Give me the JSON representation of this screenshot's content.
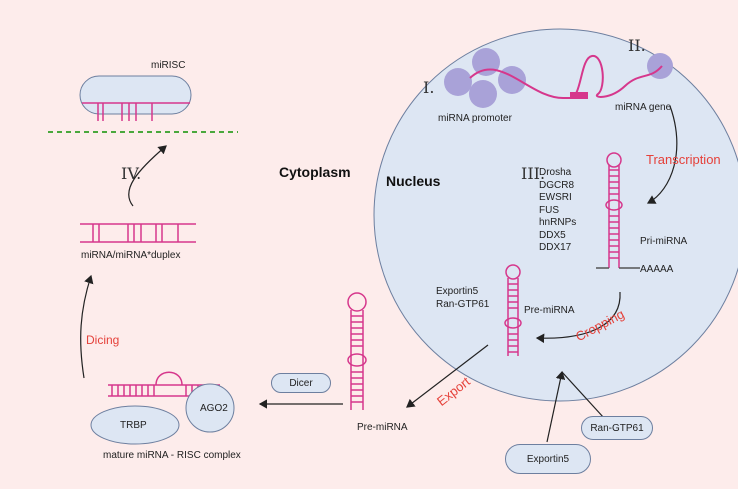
{
  "labels": {
    "cytoplasm": "Cytoplasm",
    "nucleus": "Nucleus",
    "step1": "I.",
    "step2": "II.",
    "step3": "III.",
    "step4": "IV.",
    "mirna_promoter": "miRNA promoter",
    "mirna_gene": "miRNA gene",
    "transcription": "Transcription",
    "pri_mirna": "Pri-miRNA",
    "aaaaa": "AAAAA",
    "pre_mirna_nucleus": "Pre-miRNA",
    "cropping": "Cropping",
    "exportin5_nucleus": "Exportin5",
    "ran_gtp61_nucleus": "Ran-GTP61",
    "export": "Export",
    "pre_mirna_cytoplasm": "Pre-miRNA",
    "dicer": "Dicer",
    "ago2": "AGO2",
    "trbp": "TRBP",
    "risc_complex": "mature miRNA - RISC complex",
    "dicing": "Dicing",
    "duplex": "miRNA/miRNA*duplex",
    "mirisc": "miRISC",
    "ran_gtp61_box": "Ran-GTP61",
    "exportin5_box": "Exportin5"
  },
  "proteins": [
    "Drosha",
    "DGCR8",
    "EWSRI",
    "FUS",
    "hnRNPs",
    "DDX5",
    "DDX17"
  ],
  "colors": {
    "background": "#fdeceb",
    "nucleus_fill": "#dde6f3",
    "nucleus_border": "#6d7f9f",
    "rna": "#d6378c",
    "promoter": "#a9a2d8",
    "accent_text": "#e5413a",
    "membrane": "#4aa83d"
  }
}
